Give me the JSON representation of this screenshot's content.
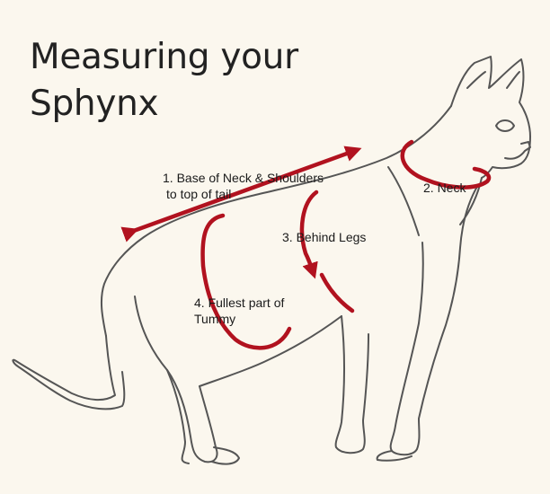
{
  "title": {
    "line1": "Measuring your",
    "line2": "Sphynx"
  },
  "labels": {
    "m1_line1": "1. Base of Neck & Shoulders",
    "m1_line2": "to top of tail",
    "m2": "2. Neck",
    "m3": "3. Behind Legs",
    "m4_line1": "4. Fullest part of",
    "m4_line2": "Tummy"
  },
  "colors": {
    "background": "#fbf7ee",
    "outline": "#555555",
    "measure": "#b1121f"
  }
}
